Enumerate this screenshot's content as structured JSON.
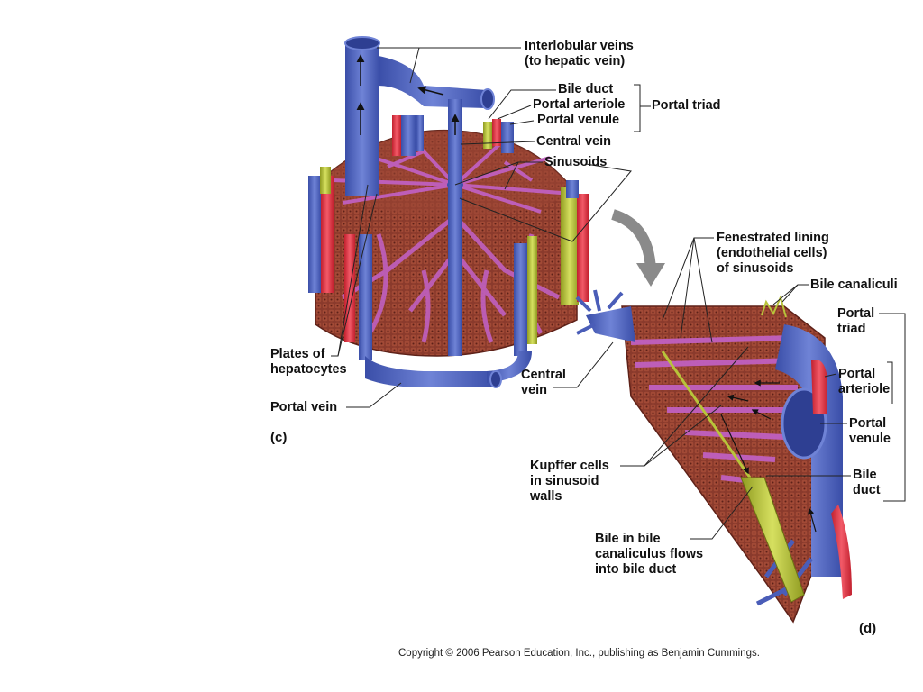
{
  "labels": {
    "interlobular_veins": [
      "Interlobular veins",
      "(to hepatic vein)"
    ],
    "bile_duct_c": "Bile duct",
    "portal_arteriole_c": "Portal arteriole",
    "portal_venule_c": "Portal venule",
    "portal_triad_c": "Portal triad",
    "central_vein_c": "Central vein",
    "sinusoids": "Sinusoids",
    "plates_of_hepatocytes": [
      "Plates of",
      "hepatocytes"
    ],
    "portal_vein": "Portal vein",
    "panel_c": "(c)",
    "fenestrated_lining": [
      "Fenestrated lining",
      "(endothelial cells)",
      "of sinusoids"
    ],
    "bile_canaliculi": "Bile canaliculi",
    "portal_triad_d": [
      "Portal",
      "triad"
    ],
    "central_vein_d": [
      "Central",
      "vein"
    ],
    "portal_arteriole_d": [
      "Portal",
      "arteriole"
    ],
    "portal_venule_d": [
      "Portal",
      "venule"
    ],
    "kupffer_cells": [
      "Kupffer cells",
      "in sinusoid",
      "walls"
    ],
    "bile_duct_d": [
      "Bile",
      "duct"
    ],
    "bile_flow": [
      "Bile in bile",
      "canaliculus flows",
      "into bile duct"
    ],
    "panel_d": "(d)"
  },
  "copyright": "Copyright © 2006 Pearson Education, Inc., publishing as Benjamin Cummings.",
  "colors": {
    "vein": "#4a5db8",
    "vein_light": "#6f83d6",
    "artery": "#e23a4a",
    "bile": "#b8c43a",
    "hepatocyte": "#8a3a2c",
    "sinusoid": "#c060c0"
  }
}
